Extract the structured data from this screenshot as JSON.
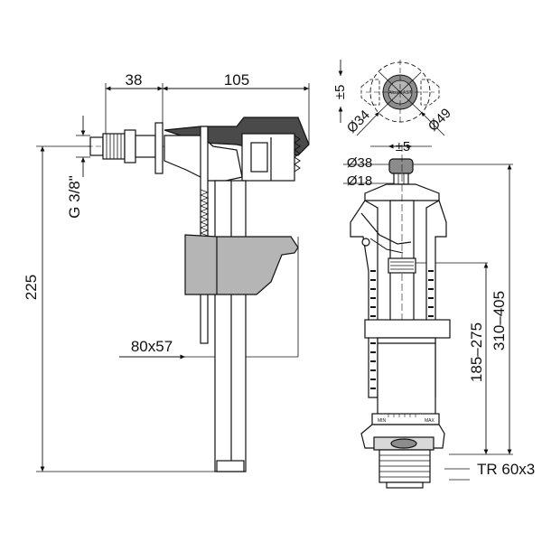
{
  "diagram": {
    "fill_valve": {
      "labels": {
        "width_inlet": "38",
        "width_body": "105",
        "thread": "G 3/8\"",
        "height": "225",
        "float_size": "80x57"
      }
    },
    "flush_valve": {
      "labels": {
        "button_offset_top": "±5",
        "button_dia_small": "Ø34",
        "button_dia_large": "Ø49",
        "shift": "±5",
        "dia_cap": "Ø38",
        "dia_stem": "Ø18",
        "range_inner": "185–275",
        "range_outer": "310–405",
        "thread": "TR 60x3",
        "scale_min": "MIN",
        "scale_max": "MAX"
      }
    },
    "colors": {
      "line": "#111111",
      "gray_dark": "#4a4a4a",
      "gray_mid": "#8c8c8c",
      "gray_light": "#d9d9d9",
      "gray_float": "#b5b5b5"
    }
  }
}
